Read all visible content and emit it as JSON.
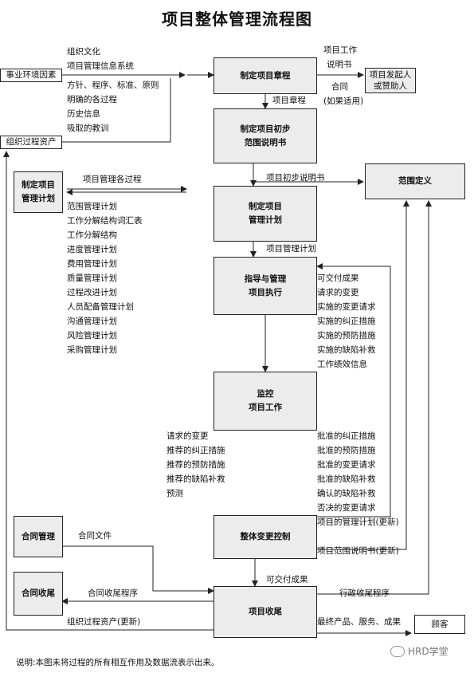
{
  "title": "项目整体管理流程图",
  "boxes": {
    "env": "事业环境因素",
    "opa": "组织过程资产",
    "charter": "制定项目章程",
    "sponsor": "项目发起人\n或赞助人",
    "scope_prelim": "制定项目初步\n范围说明书",
    "scope_def": "范围定义",
    "plan_left": "制定项目\n管理计划",
    "plan": "制定项目\n管理计划",
    "execute": "指导与管理\n项目执行",
    "monitor": "监控\n项目工作",
    "change": "整体变更控制",
    "contract_mgmt": "合同管理",
    "contract_close": "合同收尾",
    "close": "项目收尾",
    "customer": "顾客"
  },
  "labels": {
    "input_list": [
      "组织文化",
      "项目管理信息系统",
      "方针、程序、标准、原则",
      "明确的各过程",
      "历史信息",
      "吸取的教训"
    ],
    "sow": [
      "项目工作",
      "说明书"
    ],
    "contract": [
      "合同",
      "(如果适用)"
    ],
    "charter_out": "项目章程",
    "prelim_out": "项目初步说明书",
    "pm_processes": "项目管理各过程",
    "plan_list": [
      "范围管理计划",
      "工作分解结构词汇表",
      "工作分解结构",
      "进度管理计划",
      "费用管理计划",
      "质量管理计划",
      "过程改进计划",
      "人员配备管理计划",
      "沟通管理计划",
      "风险管理计划",
      "采购管理计划"
    ],
    "plan_out": "项目管理计划",
    "exec_out": [
      "可交付成果",
      "请求的变更",
      "实施的变更请求",
      "实施的纠正措施",
      "实施的预防措施",
      "实施的缺陷补救",
      "工作绩效信息"
    ],
    "monitor_out": [
      "请求的变更",
      "推荐的纠正措施",
      "推荐的预防措施",
      "推荐的缺陷补救",
      "预测"
    ],
    "change_out": [
      "批准的纠正措施",
      "批准的预防措施",
      "批准的变更请求",
      "批准的缺陷补救",
      "确认的缺陷补救",
      "否决的变更请求",
      "项目的管理计划(更新)"
    ],
    "scope_update": "项目范围说明书(更新)",
    "contract_docs": "合同文件",
    "deliverables": "可交付成果",
    "contract_close_proc": "合同收尾程序",
    "admin_close_proc": "行政收尾程序",
    "opa_update": "组织过程资产(更新)",
    "final_product": "最终产品、服务、成果"
  },
  "note": "说明:本图未将过程的所有相互作用及数据流表示出来。",
  "watermark": "HRD学堂",
  "colors": {
    "box_fill": "#ececec",
    "line": "#222222"
  }
}
